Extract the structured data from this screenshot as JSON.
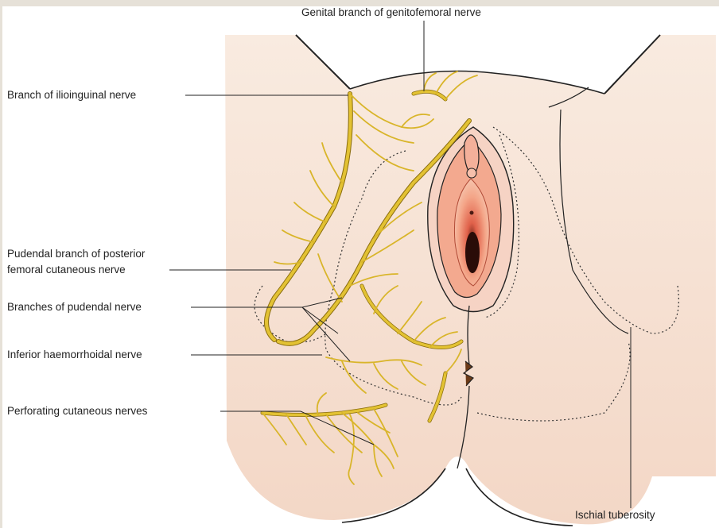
{
  "labels": {
    "genital_branch": "Genital branch of genitofemoral nerve",
    "ilioinguinal": "Branch of ilioinguinal nerve",
    "pudendal_branch_line1": "Pudendal branch of posterior",
    "pudendal_branch_line2": "femoral cutaneous nerve",
    "pudendal_nerve_branches": "Branches of pudendal nerve",
    "inferior_haemorrhoidal": "Inferior haemorrhoidal nerve",
    "perforating": "Perforating cutaneous nerves",
    "ischial_tuberosity": "Ischial tuberosity"
  },
  "colors": {
    "skin": "#f7e4d6",
    "skin_shadow": "#f0d2c0",
    "nerve": "#e3c233",
    "nerve_outline": "#8a6d0e",
    "mucosa": "#f08a6c",
    "line": "#222222",
    "background": "#e6e1d8"
  }
}
